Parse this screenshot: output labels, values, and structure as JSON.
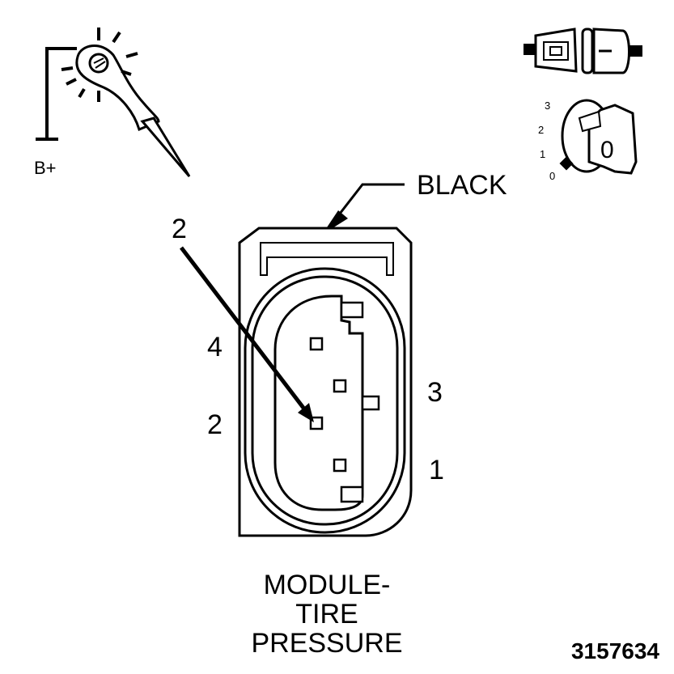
{
  "probe": {
    "label": "B+",
    "icon": "test-light-probe-icon"
  },
  "connector_icon": "connector-disconnect-icon",
  "ignition": {
    "icon": "ignition-key-icon",
    "positions": [
      "3",
      "2",
      "1",
      "0"
    ],
    "key_label": "0"
  },
  "wire_color": "BLACK",
  "callout_pin": "2",
  "pins": {
    "p4": "4",
    "p3": "3",
    "p2": "2",
    "p1": "1"
  },
  "title": {
    "line1": "MODULE-",
    "line2": "TIRE",
    "line3": "PRESSURE"
  },
  "figure_number": "3157634"
}
